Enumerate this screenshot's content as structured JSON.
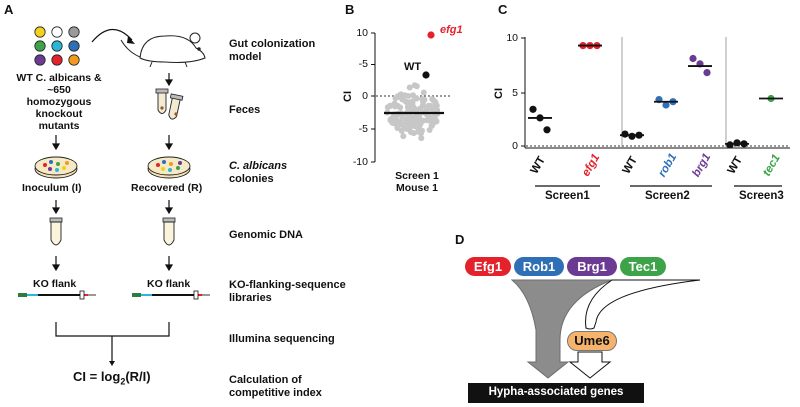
{
  "panel_a": {
    "letter": "A",
    "plate_label": "WT C. albicans & ~650 homozygous knockout mutants",
    "plate_label_lines": [
      "WT C. albicans &",
      "~650 homozygous",
      "knockout mutants"
    ],
    "inoculum_label": "Inoculum (I)",
    "recovered_label": "Recovered (R)",
    "ko_flank_left": "KO flank",
    "ko_flank_right": "KO flank",
    "formula": "CI = log2(R/I)",
    "formula_prefix": "CI = log",
    "formula_sub": "2",
    "formula_suffix": "(R/I)",
    "steps": [
      {
        "lines": [
          "Gut colonization",
          "model"
        ]
      },
      {
        "lines": [
          "Feces"
        ]
      },
      {
        "lines": [
          "C. albicans",
          "colonies"
        ]
      },
      {
        "lines": [
          "Genomic DNA"
        ]
      },
      {
        "lines": [
          "KO-flanking-sequence",
          "libraries"
        ]
      },
      {
        "lines": [
          "Illumina sequencing"
        ]
      },
      {
        "lines": [
          "Calculation of",
          "competitive index"
        ]
      }
    ],
    "colors": {
      "yellow": "#f2d11c",
      "blue": "#2f6fb6",
      "red": "#e3222b",
      "orange": "#f39a1e",
      "purple": "#6b3b93",
      "cyan": "#2bb6d8",
      "green": "#3ca348",
      "grey": "#9a9a9a"
    }
  },
  "panel_b": {
    "letter": "B",
    "ylabel": "CI",
    "yticks": [
      "10",
      "-5",
      "0",
      "-5",
      "-10"
    ],
    "xlabel_lines": [
      "Screen 1",
      "Mouse 1"
    ],
    "annot_efg1": "efg1",
    "annot_wt": "WT",
    "chart_data": {
      "type": "scatter",
      "ylim": [
        -10,
        10
      ],
      "highlighted": [
        {
          "label": "efg1",
          "y": 9.4,
          "color": "#e3222b"
        },
        {
          "label": "WT",
          "y": 3.0,
          "color": "#111111"
        }
      ],
      "median": -2.5,
      "dashed_line_y": 0
    }
  },
  "panel_c": {
    "letter": "C",
    "ylabel": "CI",
    "yticks": [
      "10",
      "5",
      "0"
    ],
    "groups": [
      "Screen1",
      "Screen2",
      "Screen3"
    ],
    "categories": [
      {
        "label": "WT",
        "color": "#111111"
      },
      {
        "label": "efg1",
        "color": "#e3222b"
      },
      {
        "label": "WT",
        "color": "#111111"
      },
      {
        "label": "rob1",
        "color": "#2f6fb6"
      },
      {
        "label": "brg1",
        "color": "#6b3b93"
      },
      {
        "label": "WT",
        "color": "#111111"
      },
      {
        "label": "tec1",
        "color": "#3ca348"
      }
    ],
    "chart_data": {
      "type": "scatter",
      "ylim": [
        -0.5,
        10
      ],
      "series": [
        {
          "category": "Screen1 WT",
          "values": [
            3.4,
            2.6,
            1.5
          ],
          "mean": 2.6
        },
        {
          "category": "Screen1 efg1",
          "values": [
            9.3,
            9.3,
            9.3
          ],
          "mean": 9.3
        },
        {
          "category": "Screen2 WT",
          "values": [
            1.1,
            0.9,
            1.0
          ],
          "mean": 1.0
        },
        {
          "category": "Screen2 rob1",
          "values": [
            4.3,
            3.8,
            4.1
          ],
          "mean": 4.1
        },
        {
          "category": "Screen2 brg1",
          "values": [
            8.1,
            7.6,
            6.8
          ],
          "mean": 7.4
        },
        {
          "category": "Screen3 WT",
          "values": [
            0.1,
            0.3,
            0.2
          ],
          "mean": 0.2
        },
        {
          "category": "Screen3 tec1",
          "values": [
            4.4
          ],
          "mean": 4.4
        }
      ],
      "dashed_line_y": 0
    }
  },
  "panel_d": {
    "letter": "D",
    "factors": [
      {
        "name": "Efg1",
        "color": "#e3222b"
      },
      {
        "name": "Rob1",
        "color": "#2f6fb6"
      },
      {
        "name": "Brg1",
        "color": "#6b3b93"
      },
      {
        "name": "Tec1",
        "color": "#3ca348"
      }
    ],
    "ume6": "Ume6",
    "ume6_color": "#f5b36b",
    "output": "Hypha-associated genes"
  }
}
